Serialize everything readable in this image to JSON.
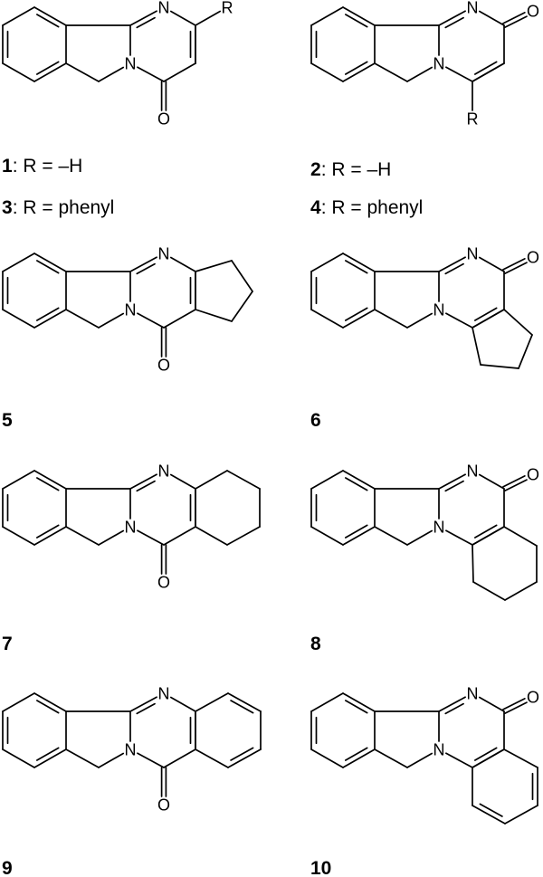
{
  "atom_symbols": {
    "nitrogen": "N",
    "oxygen": "O",
    "substituent": "R"
  },
  "compounds": [
    {
      "number": "1",
      "caption": ": R = –H"
    },
    {
      "number": "3",
      "caption": ": R = phenyl"
    },
    {
      "number": "2",
      "caption": ": R = –H"
    },
    {
      "number": "4",
      "caption": ": R = phenyl"
    },
    {
      "number": "5",
      "caption": ""
    },
    {
      "number": "6",
      "caption": ""
    },
    {
      "number": "7",
      "caption": ""
    },
    {
      "number": "8",
      "caption": ""
    },
    {
      "number": "9",
      "caption": ""
    },
    {
      "number": "10",
      "caption": ""
    }
  ]
}
